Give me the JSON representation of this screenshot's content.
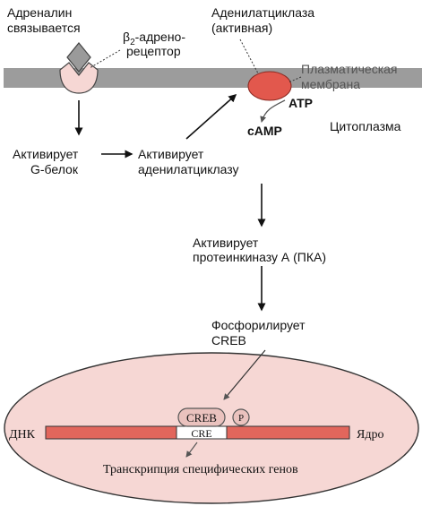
{
  "labels": {
    "adrenalin_line1": "Адреналин",
    "adrenalin_line2": "связывается",
    "receptor_beta": "β",
    "receptor_sub": "2",
    "receptor_line1_rest": "-адрено-",
    "receptor_line2": "рецептор",
    "adenylate_line1": "Аденилатциклаза",
    "adenylate_line2": "(активная)",
    "membrane_line1": "Плазматическая",
    "membrane_line2": "мембрана",
    "atp": "ATP",
    "camp": "cAMP",
    "cytoplasm": "Цитоплазма",
    "g_protein_line1": "Активирует",
    "g_protein_line2": "G-белок",
    "ac_activate_line1": "Активирует",
    "ac_activate_line2": "аденилатциклазу",
    "pka_line1": "Активирует",
    "pka_line2": "протеинкиназу А (ПКА)",
    "creb_phos_line1": "Фосфорилирует",
    "creb_phos_line2": "CREB",
    "creb_box": "CREB",
    "phosphate": "P",
    "cre": "CRE",
    "dna": "ДНК",
    "nucleus": "Ядро",
    "transcription": "Транскрипция специфических генов"
  },
  "colors": {
    "membrane": "#9c9c9c",
    "enzyme": "#e2584d",
    "nucleus_fill": "#f6d7d4",
    "dna_fill": "#e2665c",
    "receptor_fill": "#f6d7d4",
    "diamond_fill": "#9a9a9a"
  }
}
